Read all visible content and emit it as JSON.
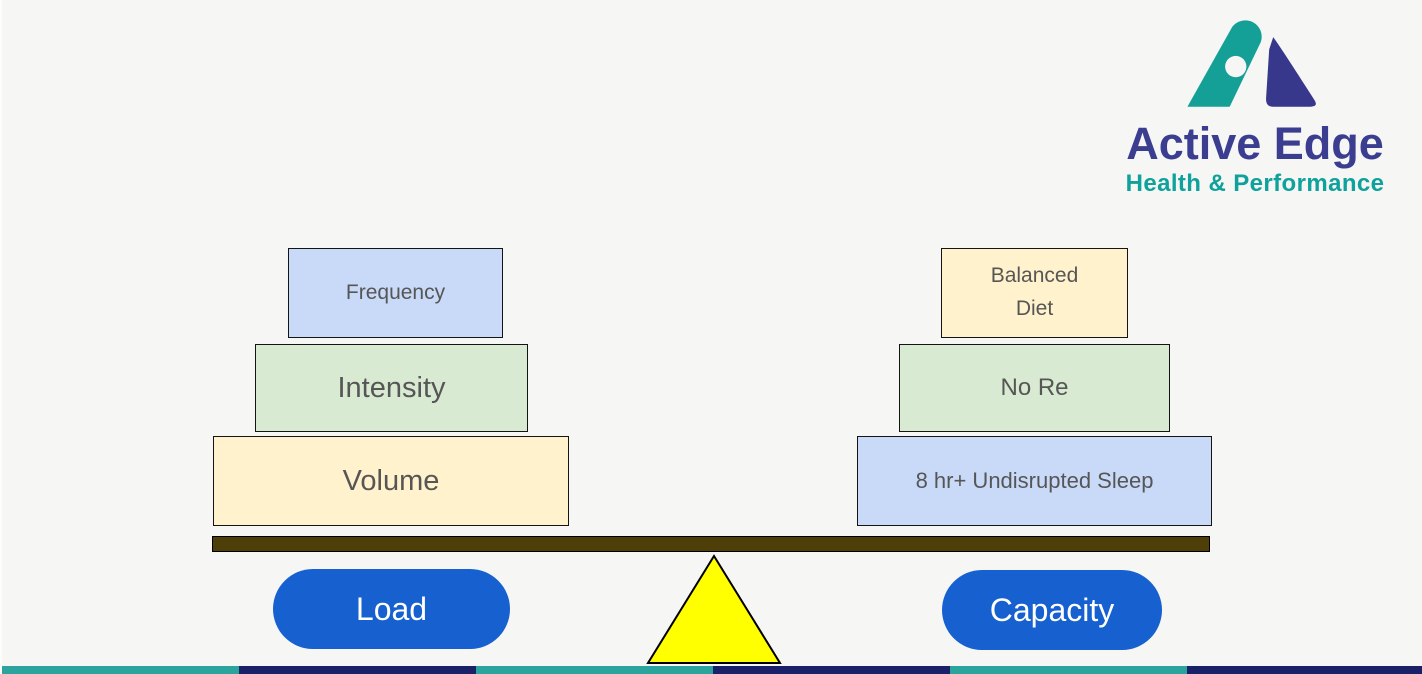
{
  "brand": {
    "name": "Active Edge",
    "tagline": "Health & Performance",
    "mark_icon": "active-edge-a-mark",
    "teal": "#14a096",
    "navy": "#37378b",
    "name_color": "#3b3e90",
    "tagline_color": "#0fa19b"
  },
  "diagram": {
    "load_stack": [
      {
        "label": "Frequency",
        "color": "#c9daf8"
      },
      {
        "label": "Intensity",
        "color": "#d9ead3"
      },
      {
        "label": "Volume",
        "color": "#fff2cc"
      }
    ],
    "capacity_stack": [
      {
        "label": "Balanced Diet",
        "color": "#fff2cc"
      },
      {
        "label": "No Re",
        "color": "#d9ead3"
      },
      {
        "label": "8 hr+ Undisrupted Sleep",
        "color": "#c9daf8"
      }
    ],
    "beam_color": "#4e3e08",
    "fulcrum_color": "#ffff00",
    "pill_color": "#1660d0",
    "left_pill": "Load",
    "right_pill": "Capacity"
  },
  "footer": {
    "segments": [
      "#2aa49d",
      "#1b2168",
      "#2aa49d",
      "#1b2168",
      "#2aa49d",
      "#1b2168"
    ]
  }
}
